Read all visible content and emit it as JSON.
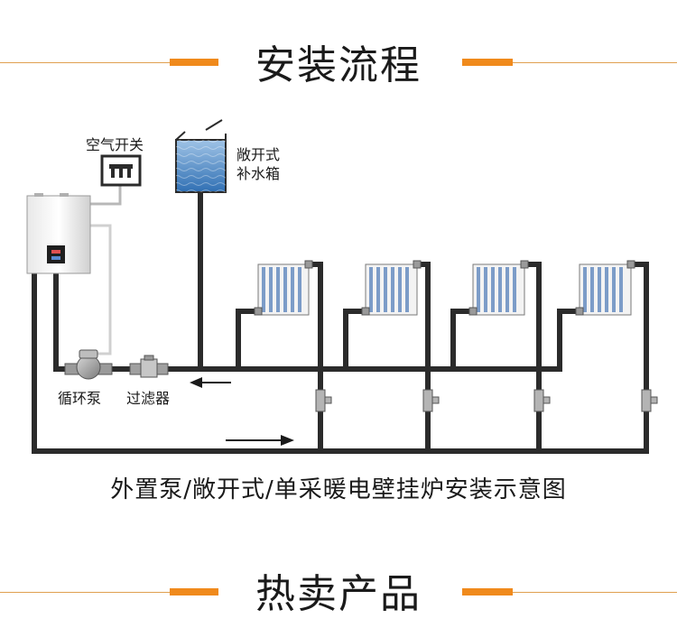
{
  "section_title_top": "安装流程",
  "section_title_bottom": "热卖产品",
  "labels": {
    "air_switch": "空气开关",
    "tank_line1": "敞开式",
    "tank_line2": "补水箱",
    "pump": "循环泵",
    "filter": "过滤器"
  },
  "caption": "外置泵/敞开式/单采暖电壁挂炉安装示意图",
  "colors": {
    "accent": "#f08a1c",
    "pipe": "#2b2b2b",
    "radiator": "#7c9cc8",
    "water": "#3c76b8"
  }
}
